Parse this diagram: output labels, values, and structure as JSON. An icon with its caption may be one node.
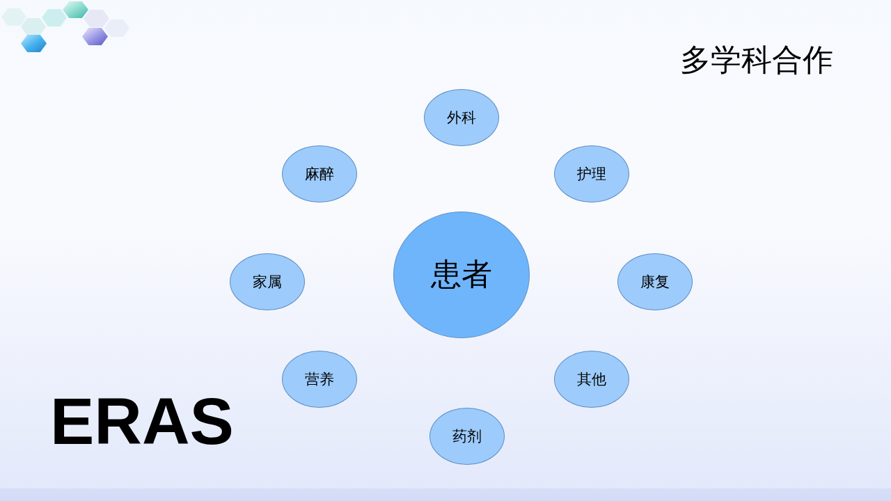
{
  "diagram": {
    "title": "多学科合作",
    "nodes": [
      {
        "text": [
          "外科"
        ]
      },
      {
        "text": [
          "麻醉"
        ]
      },
      {
        "text": [
          "护理"
        ]
      },
      {
        "text": [
          "患者"
        ]
      },
      {
        "text": [
          "家属"
        ]
      },
      {
        "text": [
          "康复"
        ]
      },
      {
        "text": [
          "营养"
        ]
      },
      {
        "text": [
          "其他"
        ]
      },
      {
        "text": [
          "药剂"
        ]
      }
    ],
    "labels": [
      "ERAS"
    ]
  }
}
